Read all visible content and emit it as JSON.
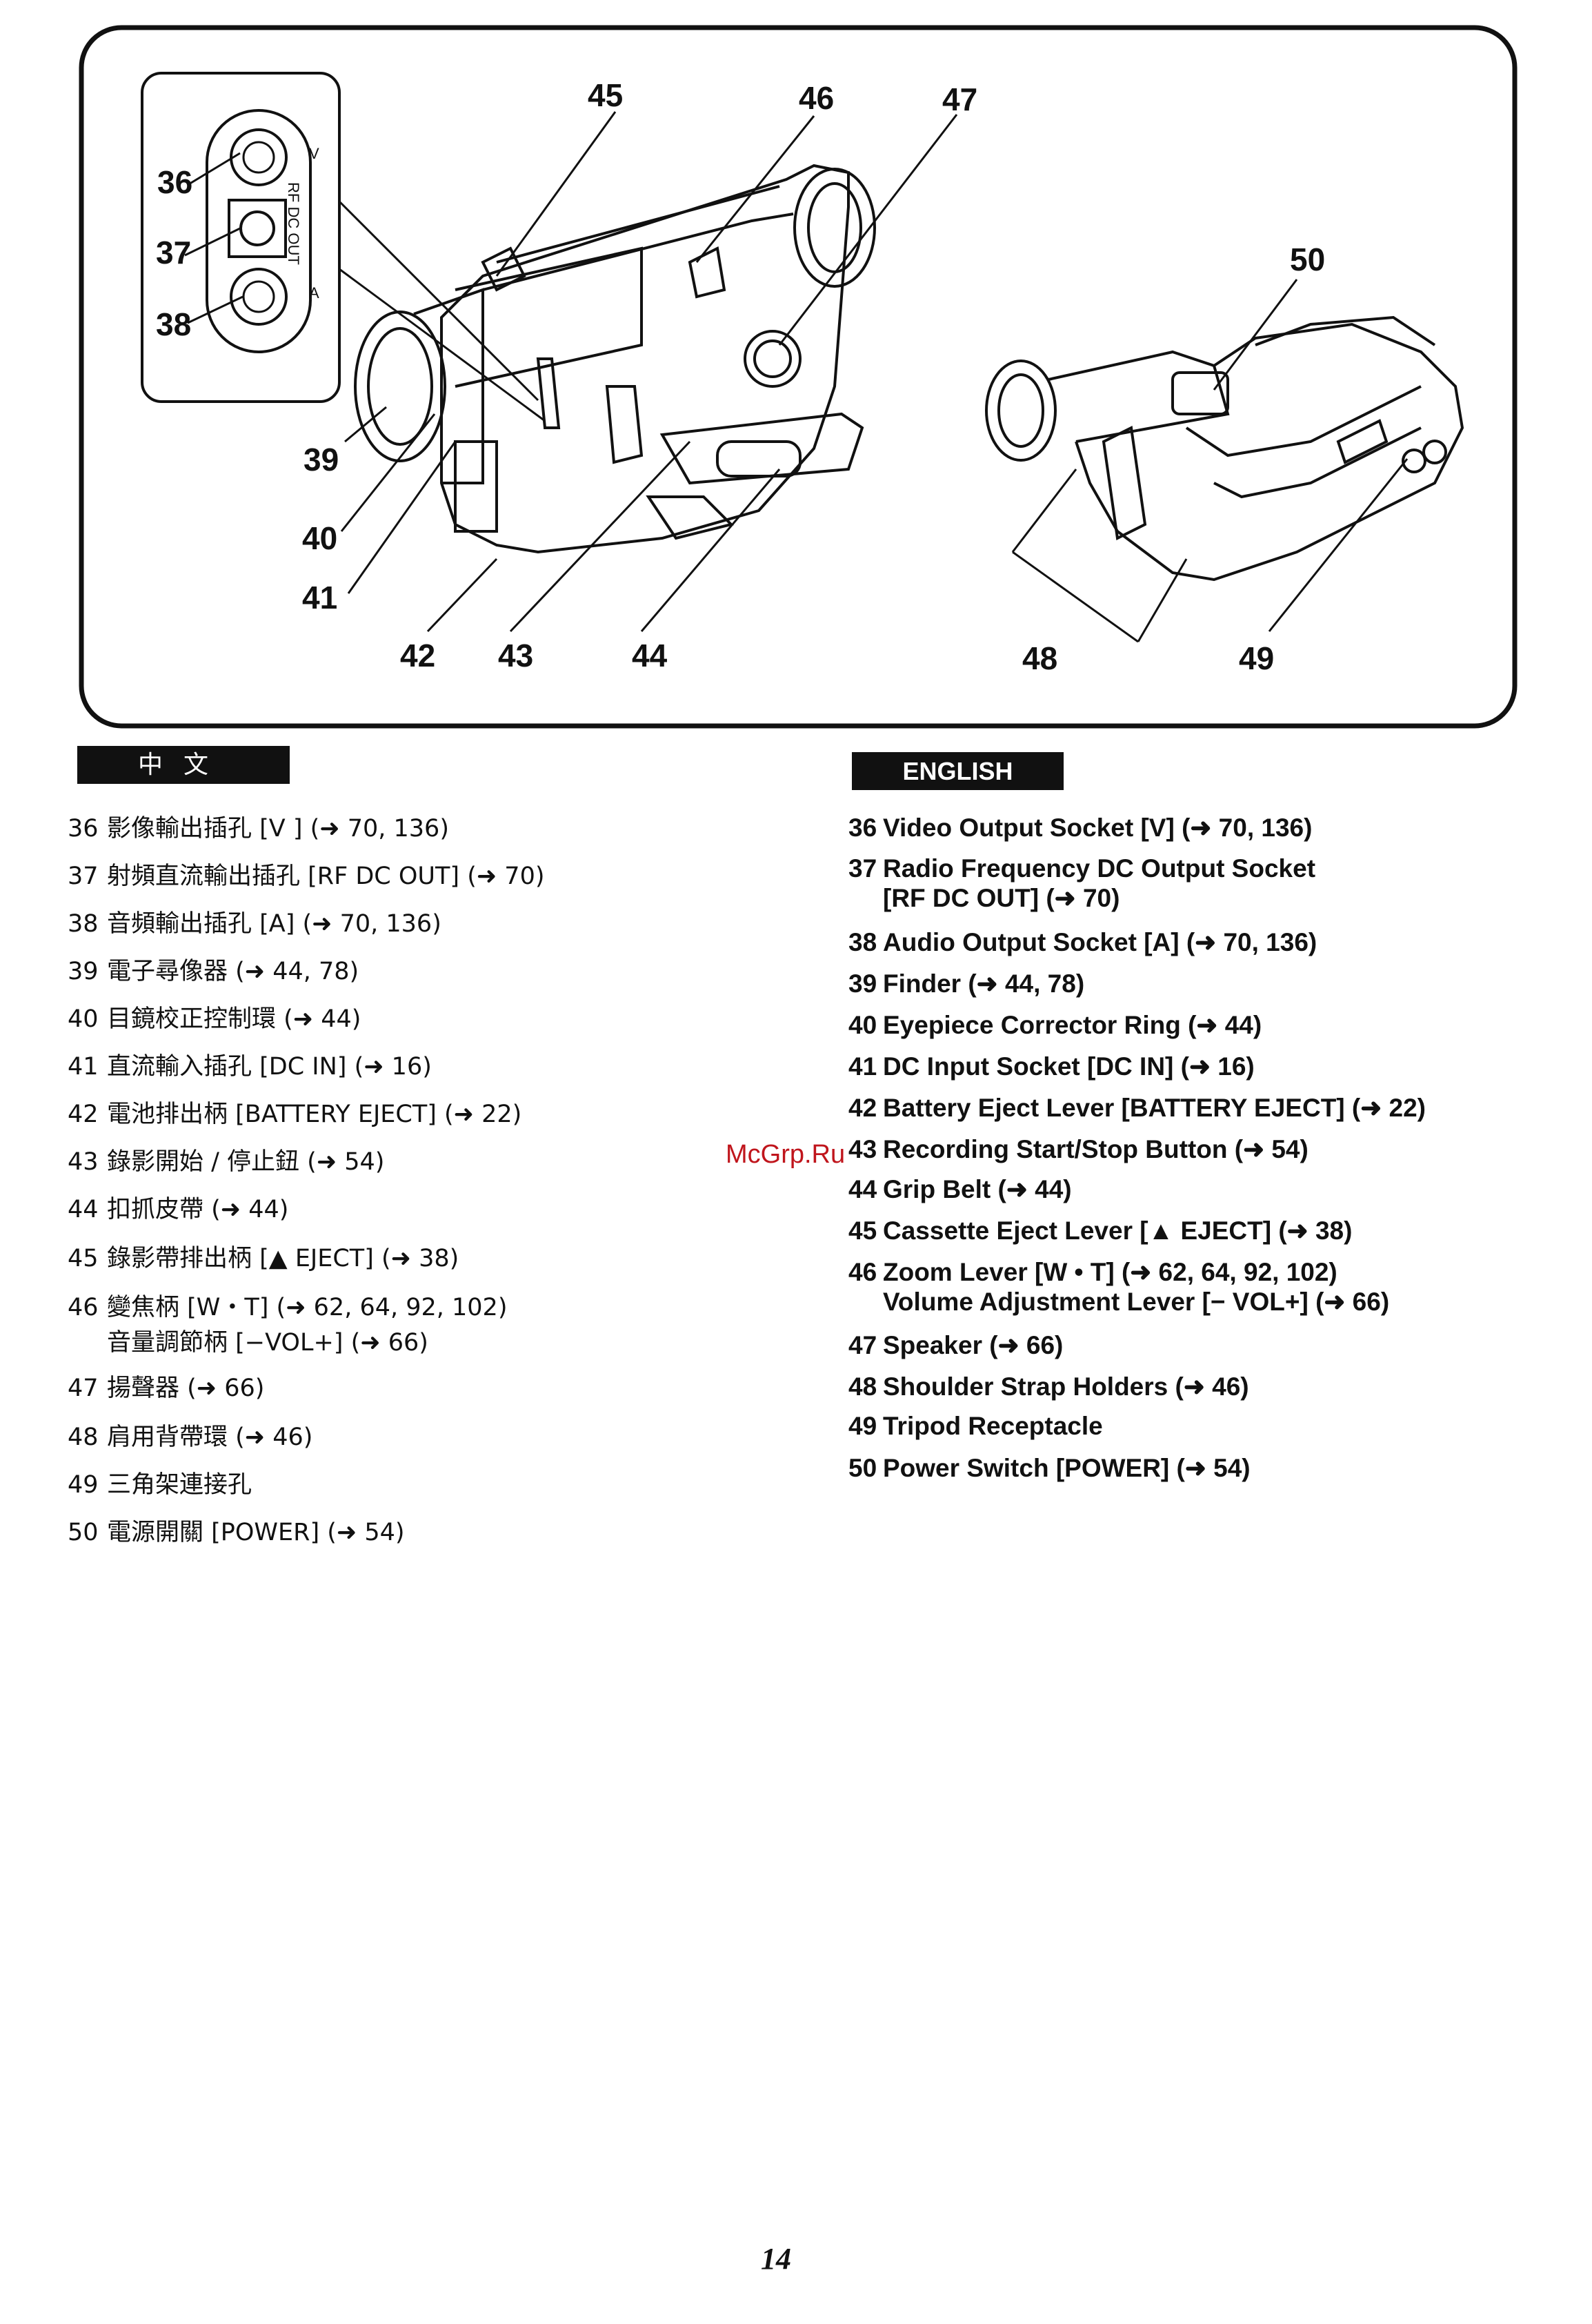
{
  "figure": {
    "callouts": [
      "36",
      "37",
      "38",
      "39",
      "40",
      "41",
      "42",
      "43",
      "44",
      "45",
      "46",
      "47",
      "48",
      "49",
      "50"
    ],
    "socket_panel": {
      "v_label": "V",
      "rf_label": "RF DC OUT",
      "a_label": "A"
    }
  },
  "chinese": {
    "header": "中文",
    "items": [
      {
        "num": "36",
        "text": "影像輸出插孔 [V ] (➜ 70, 136)"
      },
      {
        "num": "37",
        "text": "射頻直流輸出插孔 [RF DC OUT] (➜ 70)"
      },
      {
        "num": "38",
        "text": "音頻輸出插孔 [A] (➜ 70, 136)"
      },
      {
        "num": "39",
        "text": "電子尋像器 (➜ 44, 78)"
      },
      {
        "num": "40",
        "text": "目鏡校正控制環 (➜ 44)"
      },
      {
        "num": "41",
        "text": "直流輸入插孔 [DC IN] (➜ 16)"
      },
      {
        "num": "42",
        "text": "電池排出柄 [BATTERY EJECT] (➜ 22)"
      },
      {
        "num": "43",
        "text": "錄影開始 / 停止鈕 (➜ 54)"
      },
      {
        "num": "44",
        "text": "扣抓皮帶 (➜ 44)"
      },
      {
        "num": "45",
        "text": "錄影帶排出柄 [▲ EJECT] (➜ 38)"
      },
      {
        "num": "46",
        "text": "變焦柄 [W・T] (➜ 62, 64, 92, 102)",
        "cont": "音量調節柄 [−VOL+] (➜ 66)"
      },
      {
        "num": "47",
        "text": "揚聲器 (➜ 66)"
      },
      {
        "num": "48",
        "text": "肩用背帶環 (➜ 46)"
      },
      {
        "num": "49",
        "text": "三角架連接孔"
      },
      {
        "num": "50",
        "text": "電源開關 [POWER] (➜ 54)"
      }
    ]
  },
  "english": {
    "header": "ENGLISH",
    "items": [
      {
        "num": "36",
        "text": "Video Output Socket [V] (➜ 70, 136)"
      },
      {
        "num": "37",
        "text": "Radio Frequency DC Output Socket",
        "cont": "[RF DC OUT] (➜ 70)"
      },
      {
        "num": "38",
        "text": "Audio Output Socket [A] (➜ 70, 136)"
      },
      {
        "num": "39",
        "text": "Finder (➜ 44, 78)"
      },
      {
        "num": "40",
        "text": "Eyepiece Corrector Ring (➜ 44)"
      },
      {
        "num": "41",
        "text": "DC Input Socket [DC IN] (➜ 16)"
      },
      {
        "num": "42",
        "text": "Battery Eject Lever [BATTERY EJECT] (➜ 22)"
      },
      {
        "num": "43",
        "text": "Recording Start/Stop Button (➜ 54)"
      },
      {
        "num": "44",
        "text": "Grip Belt (➜ 44)"
      },
      {
        "num": "45",
        "text": "Cassette Eject Lever [▲ EJECT] (➜ 38)"
      },
      {
        "num": "46",
        "text": "Zoom Lever [W • T] (➜ 62, 64, 92, 102)",
        "cont": "Volume Adjustment Lever [− VOL+] (➜ 66)"
      },
      {
        "num": "47",
        "text": "Speaker (➜ 66)"
      },
      {
        "num": "48",
        "text": "Shoulder Strap Holders (➜ 46)"
      },
      {
        "num": "49",
        "text": "Tripod Receptacle"
      },
      {
        "num": "50",
        "text": "Power Switch [POWER] (➜ 54)"
      }
    ]
  },
  "watermark": "McGrp.Ru",
  "page_number": "14"
}
